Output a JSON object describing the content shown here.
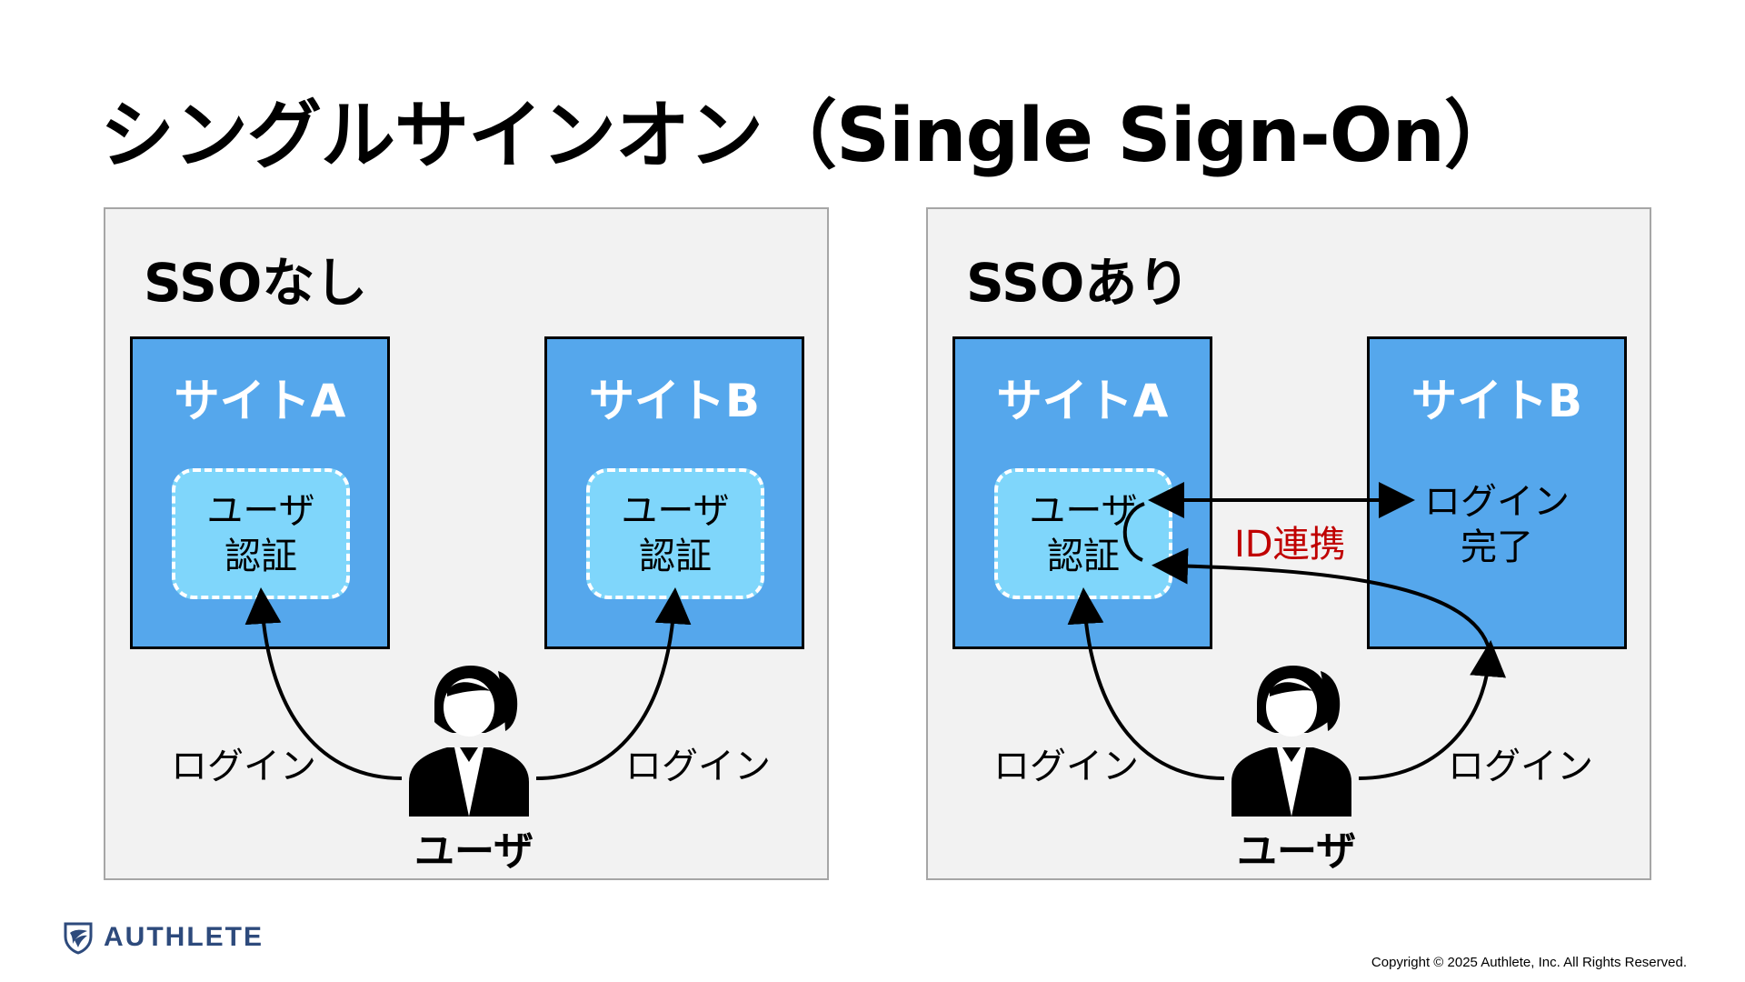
{
  "title": "シングルサインオン（Single Sign-On）",
  "panels": {
    "without_sso": {
      "heading": "SSOなし",
      "site_a": {
        "label": "サイトA",
        "auth_line1": "ユーザ",
        "auth_line2": "認証"
      },
      "site_b": {
        "label": "サイトB",
        "auth_line1": "ユーザ",
        "auth_line2": "認証"
      },
      "login_left": "ログイン",
      "login_right": "ログイン",
      "user_label": "ユーザ"
    },
    "with_sso": {
      "heading": "SSOあり",
      "site_a": {
        "label": "サイトA",
        "auth_line1": "ユーザ",
        "auth_line2": "認証"
      },
      "site_b": {
        "label": "サイトB",
        "done_line1": "ログイン",
        "done_line2": "完了"
      },
      "id_link": "ID連携",
      "login_left": "ログイン",
      "login_right": "ログイン",
      "user_label": "ユーザ"
    }
  },
  "footer": {
    "logo_text": "AUTHLETE",
    "copyright": "Copyright © 2025 Authlete, Inc. All Rights Reserved."
  },
  "colors": {
    "site_fill": "#55a7ec",
    "auth_fill": "#7fd6fb",
    "panel_fill": "#f2f2f2",
    "id_link_text": "#c00000",
    "logo": "#2d4a7c"
  },
  "icons": {
    "user": "user-icon",
    "logo": "authlete-logo-icon"
  }
}
